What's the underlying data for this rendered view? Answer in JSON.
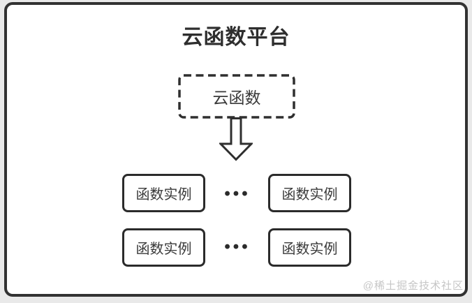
{
  "diagram": {
    "title": "云函数平台",
    "root_node": {
      "label": "云函数"
    },
    "instances": [
      {
        "label": "函数实例"
      },
      {
        "label": "函数实例"
      },
      {
        "label": "函数实例"
      },
      {
        "label": "函数实例"
      }
    ],
    "ellipsis_row1": "•••",
    "ellipsis_row2": "•••",
    "colors": {
      "line": "#2f2f2f",
      "box_border": "#2b2b2b",
      "text": "#3a3a3a",
      "title_text": "#2e2e2e",
      "canvas": "#ffffff",
      "outer_background": "#e9e9e9",
      "watermark_text": "#c6c6c6"
    }
  },
  "watermark": "@稀土掘金技术社区"
}
